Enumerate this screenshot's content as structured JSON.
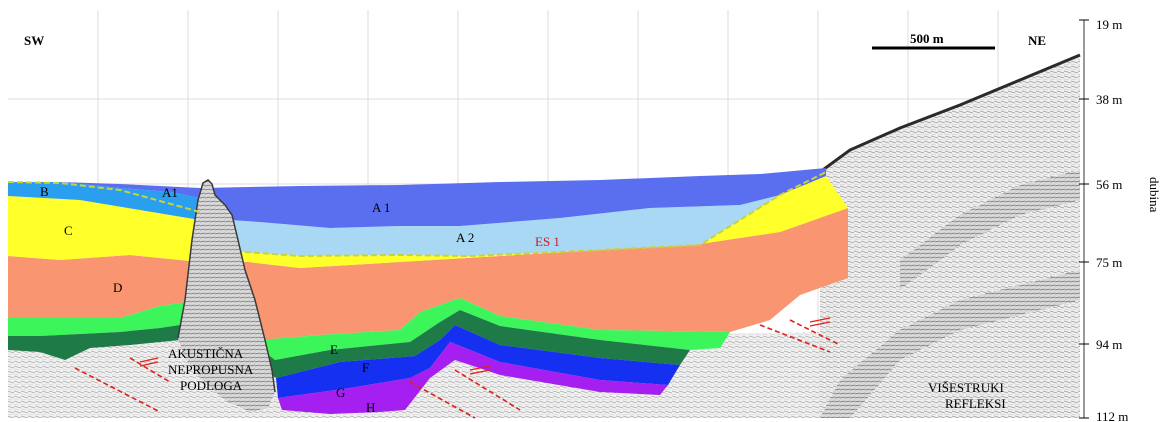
{
  "direction_left": "SW",
  "direction_right": "NE",
  "scale_bar": {
    "label": "500 m"
  },
  "depth_axis": {
    "title": "dubina",
    "ticks": [
      "19 m",
      "38 m",
      "56 m",
      "75 m",
      "94 m",
      "112 m"
    ]
  },
  "units": [
    {
      "label": "A1",
      "color": "#5a6ef0"
    },
    {
      "label": "A 1",
      "color": "#5a6ef0"
    },
    {
      "label": "A 2",
      "color": "#a9d8f4"
    },
    {
      "label": "B",
      "color": "#2a9ff0"
    },
    {
      "label": "C",
      "color": "#ffff2a"
    },
    {
      "label": "D",
      "color": "#f99570"
    },
    {
      "label": "E",
      "color": "#3cf55a"
    },
    {
      "label": "F",
      "color": "#1e7a46"
    },
    {
      "label": "G",
      "color": "#1530f0"
    },
    {
      "label": "H",
      "color": "#a41ff0"
    }
  ],
  "surface_label": "ES 1",
  "annotations": {
    "basement": [
      "AKUSTIČNA",
      "NEPROPUSNA",
      "PODLOGA"
    ],
    "multiples": [
      "VIŠESTRUKI",
      "REFLEKSI"
    ]
  },
  "colors": {
    "surface_line": "#c8d23c",
    "fault": "#e0201c",
    "es_label": "#d01818",
    "seabed": "#2a2a2a"
  }
}
